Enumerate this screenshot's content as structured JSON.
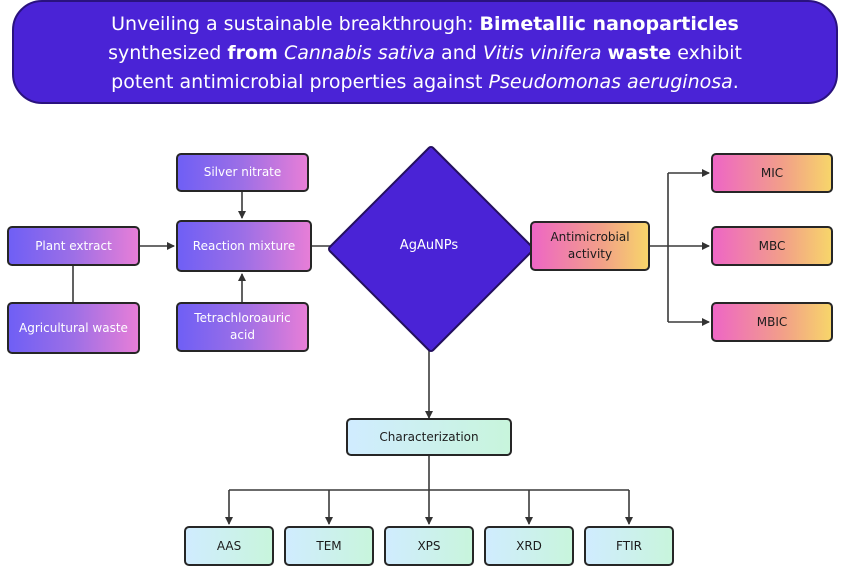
{
  "banner": {
    "p1": "Unveiling a sustainable breakthrough: ",
    "p2": "Bimetallic nanoparticles",
    "p3": "synthesized ",
    "p4": "from",
    "p5": "Cannabis sativa",
    "p6": " and ",
    "p7": "Vitis vinifera",
    "p8": "waste",
    "p9": " exhibit",
    "p10": "potent antimicrobial properties against ",
    "p11": "Pseudomonas aeruginosa",
    "p12": "."
  },
  "nodes": {
    "silver_nitrate": "Silver nitrate",
    "plant_extract": "Plant extract",
    "reaction_mixture": "Reaction mixture",
    "agricultural_waste": "Agricultural waste",
    "tetrachloroauric_acid": "Tetrachloroauric acid",
    "agaunps": "AgAuNPs",
    "antimicrobial_activity": "Antimicrobial activity",
    "mic": "MIC",
    "mbc": "MBC",
    "mbic": "MBIC",
    "characterization": "Characterization",
    "aas": "AAS",
    "tem": "TEM",
    "xps": "XPS",
    "xrd": "XRD",
    "ftir": "FTIR"
  },
  "colors": {
    "banner": "#4a23d6",
    "purple_gradient": [
      "#6f5ff5",
      "#e77ed7"
    ],
    "orange_gradient": [
      "#ee66c5",
      "#f7d56a"
    ],
    "mint_gradient": [
      "#d0ecff",
      "#c8f5dc"
    ]
  }
}
